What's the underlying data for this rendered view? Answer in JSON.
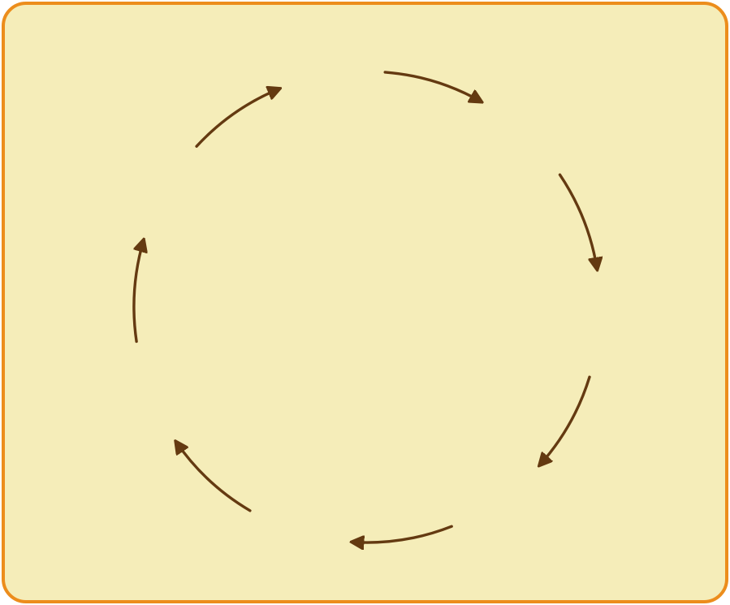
{
  "diagram": {
    "type": "cycle",
    "direction": "clockwise",
    "step_count": 7,
    "steps": [],
    "colors": {
      "background": "#F5EDB9",
      "border": "#EC8D1C",
      "arrow": "#643A11"
    },
    "arrows": [
      {
        "id": "arrow-1"
      },
      {
        "id": "arrow-2"
      },
      {
        "id": "arrow-3"
      },
      {
        "id": "arrow-4"
      },
      {
        "id": "arrow-5"
      },
      {
        "id": "arrow-6"
      },
      {
        "id": "arrow-7"
      }
    ]
  }
}
